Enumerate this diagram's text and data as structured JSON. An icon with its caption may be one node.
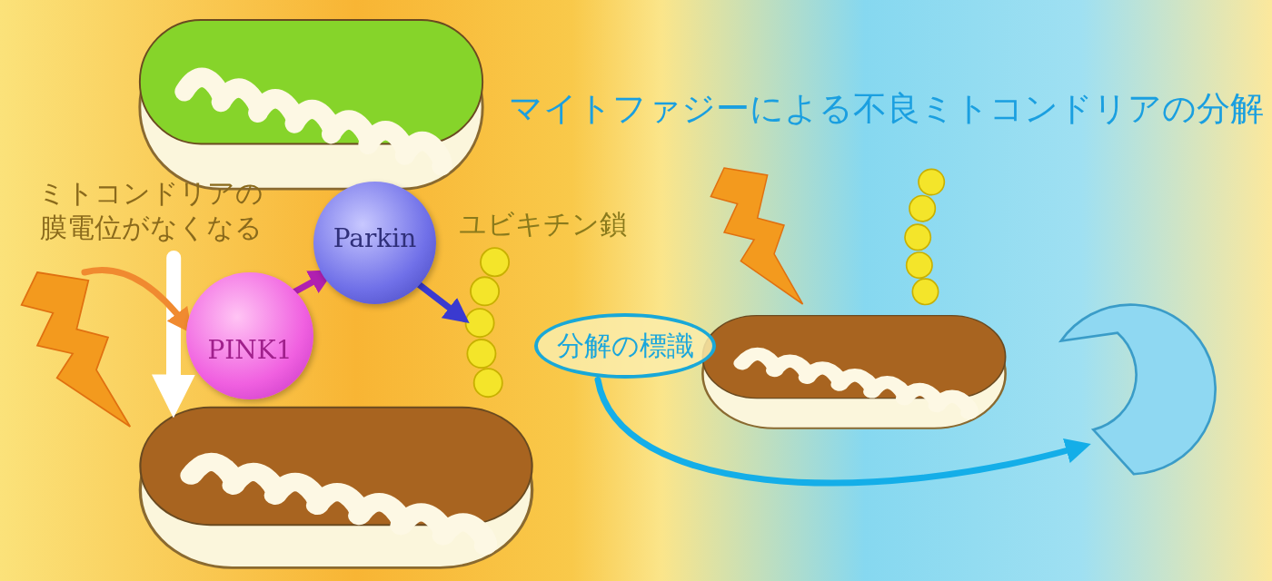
{
  "diagram": {
    "title": "マイトファジーによる不良ミトコンドリアの分解",
    "nodes": [
      {
        "text": [],
        "shape": "picture"
      },
      {
        "text": [
          "ミトコンドリアの膜電位がなくなる"
        ]
      },
      {
        "text": [],
        "shape": "picture"
      },
      {
        "text": [
          "PINK1"
        ]
      },
      {
        "text": [
          "Parkin"
        ]
      },
      {
        "text": [],
        "shape": "picture",
        "beside": [
          "ユビキチン鎖"
        ]
      },
      {
        "text": [
          "分解の標識"
        ]
      },
      {
        "text": [],
        "shape": "picture"
      },
      {
        "text": [],
        "shape": "picture"
      },
      {
        "text": [],
        "shape": "picture"
      },
      {
        "text": [],
        "shape": "picture"
      },
      {
        "text": [],
        "shape": "picture"
      }
    ],
    "edges": [
      {
        "from": 1,
        "to": 7,
        "arrow": "to",
        "style": "thick",
        "color": "#ffffff"
      },
      {
        "from": 2,
        "to": 3,
        "arrow": "to",
        "color": "#f08a30"
      },
      {
        "from": 3,
        "to": 4,
        "arrow": "to",
        "color": "#b020b0"
      },
      {
        "from": 4,
        "to": 5,
        "arrow": "to",
        "color": "#3a3ad0"
      },
      {
        "from": 6,
        "to": 11,
        "arrow": "to",
        "color": "#14aee8"
      }
    ]
  }
}
